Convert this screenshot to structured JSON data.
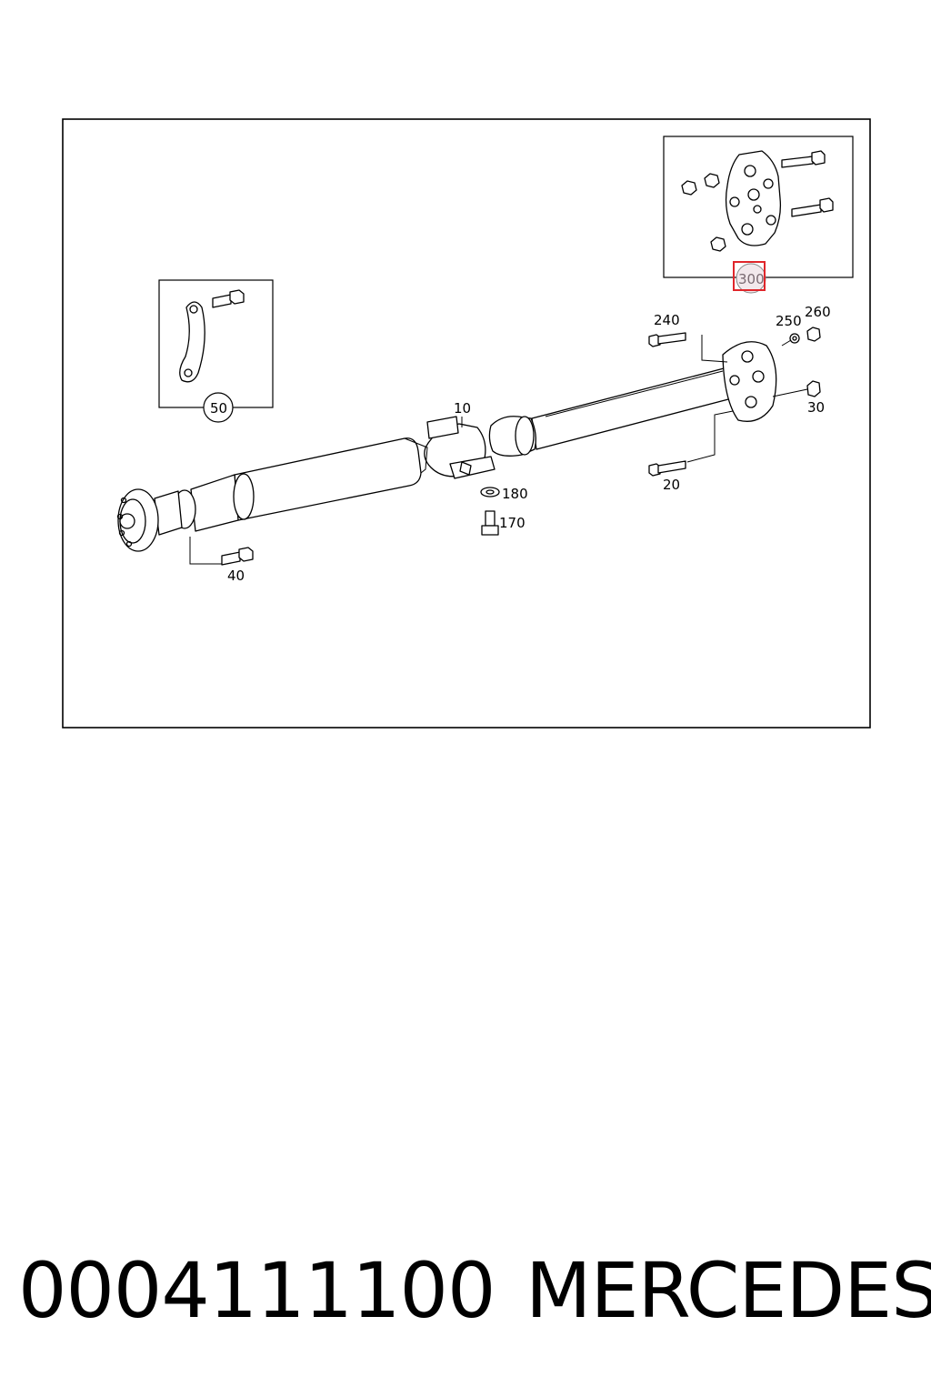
{
  "part_number": "0004111100",
  "brand": "MERCEDES",
  "highlight_color": "#e0262b",
  "callouts": [
    {
      "id": "c10",
      "label": "10"
    },
    {
      "id": "c20",
      "label": "20"
    },
    {
      "id": "c30",
      "label": "30"
    },
    {
      "id": "c40",
      "label": "40"
    },
    {
      "id": "c50",
      "label": "50"
    },
    {
      "id": "c170",
      "label": "170"
    },
    {
      "id": "c180",
      "label": "180"
    },
    {
      "id": "c240",
      "label": "240"
    },
    {
      "id": "c250",
      "label": "250"
    },
    {
      "id": "c260",
      "label": "260"
    },
    {
      "id": "c300",
      "label": "300"
    }
  ]
}
